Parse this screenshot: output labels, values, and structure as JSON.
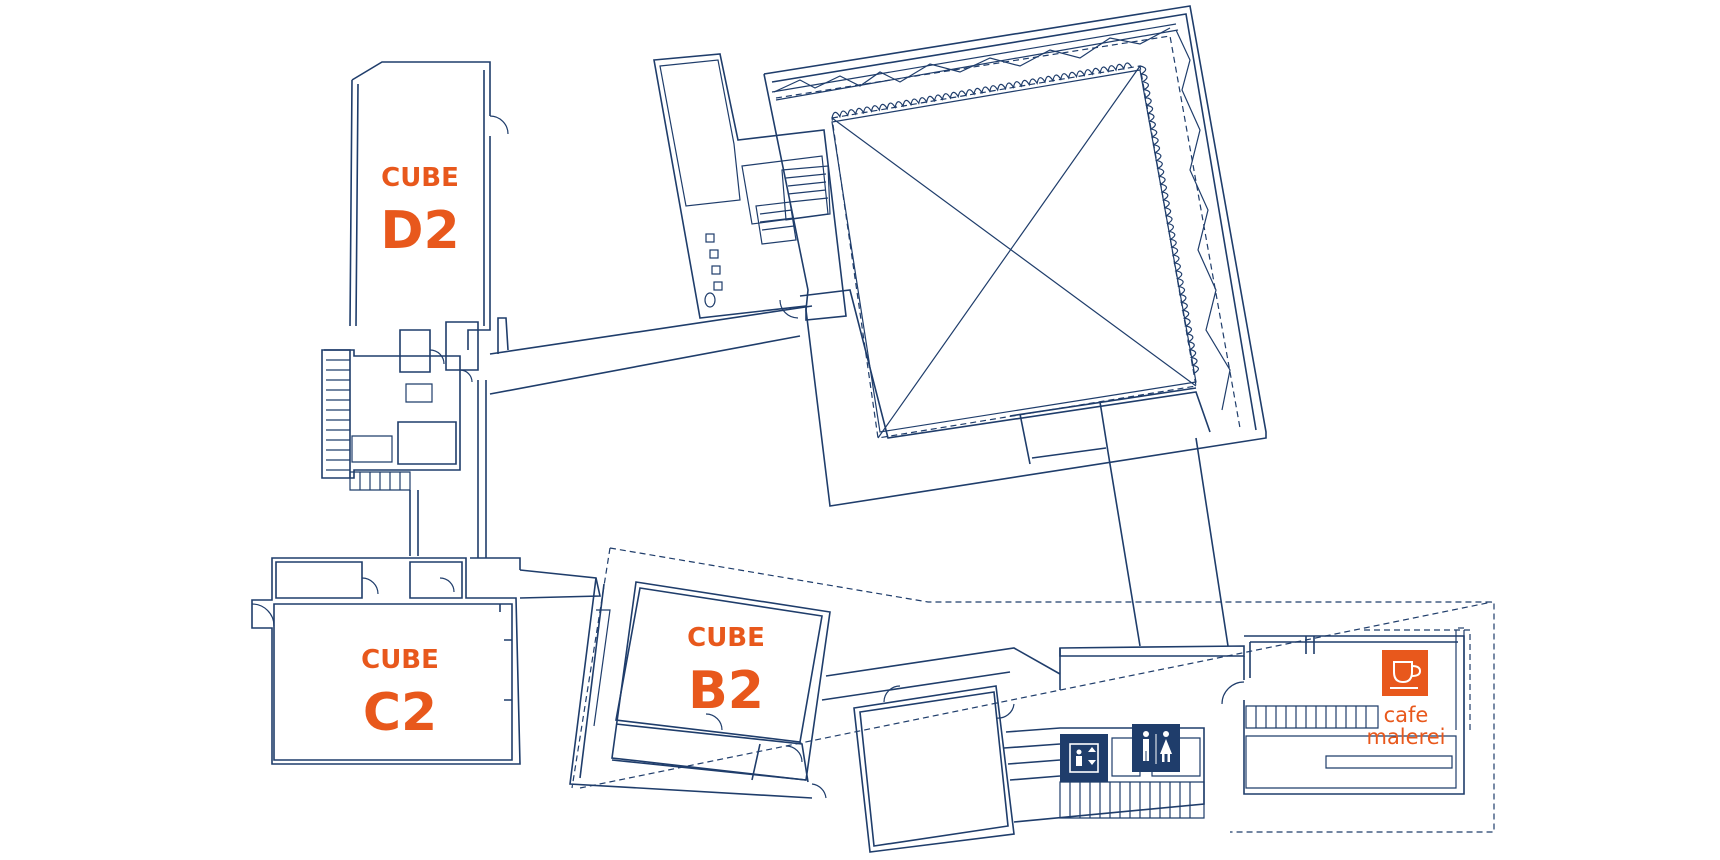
{
  "colors": {
    "line": "#1f3d6b",
    "accent": "#e8581c",
    "icon_bg": "#1f3d6b"
  },
  "rooms": {
    "d2": {
      "label_top": "CUBE",
      "label_main": "D2"
    },
    "c2": {
      "label_top": "CUBE",
      "label_main": "C2"
    },
    "b2": {
      "label_top": "CUBE",
      "label_main": "B2"
    }
  },
  "cafe": {
    "line1": "cafe",
    "line2": "malerei",
    "icon": "coffee-cup-icon"
  },
  "facilities": {
    "elevator_icon": "elevator-icon",
    "restroom_icon": "restroom-icon"
  }
}
